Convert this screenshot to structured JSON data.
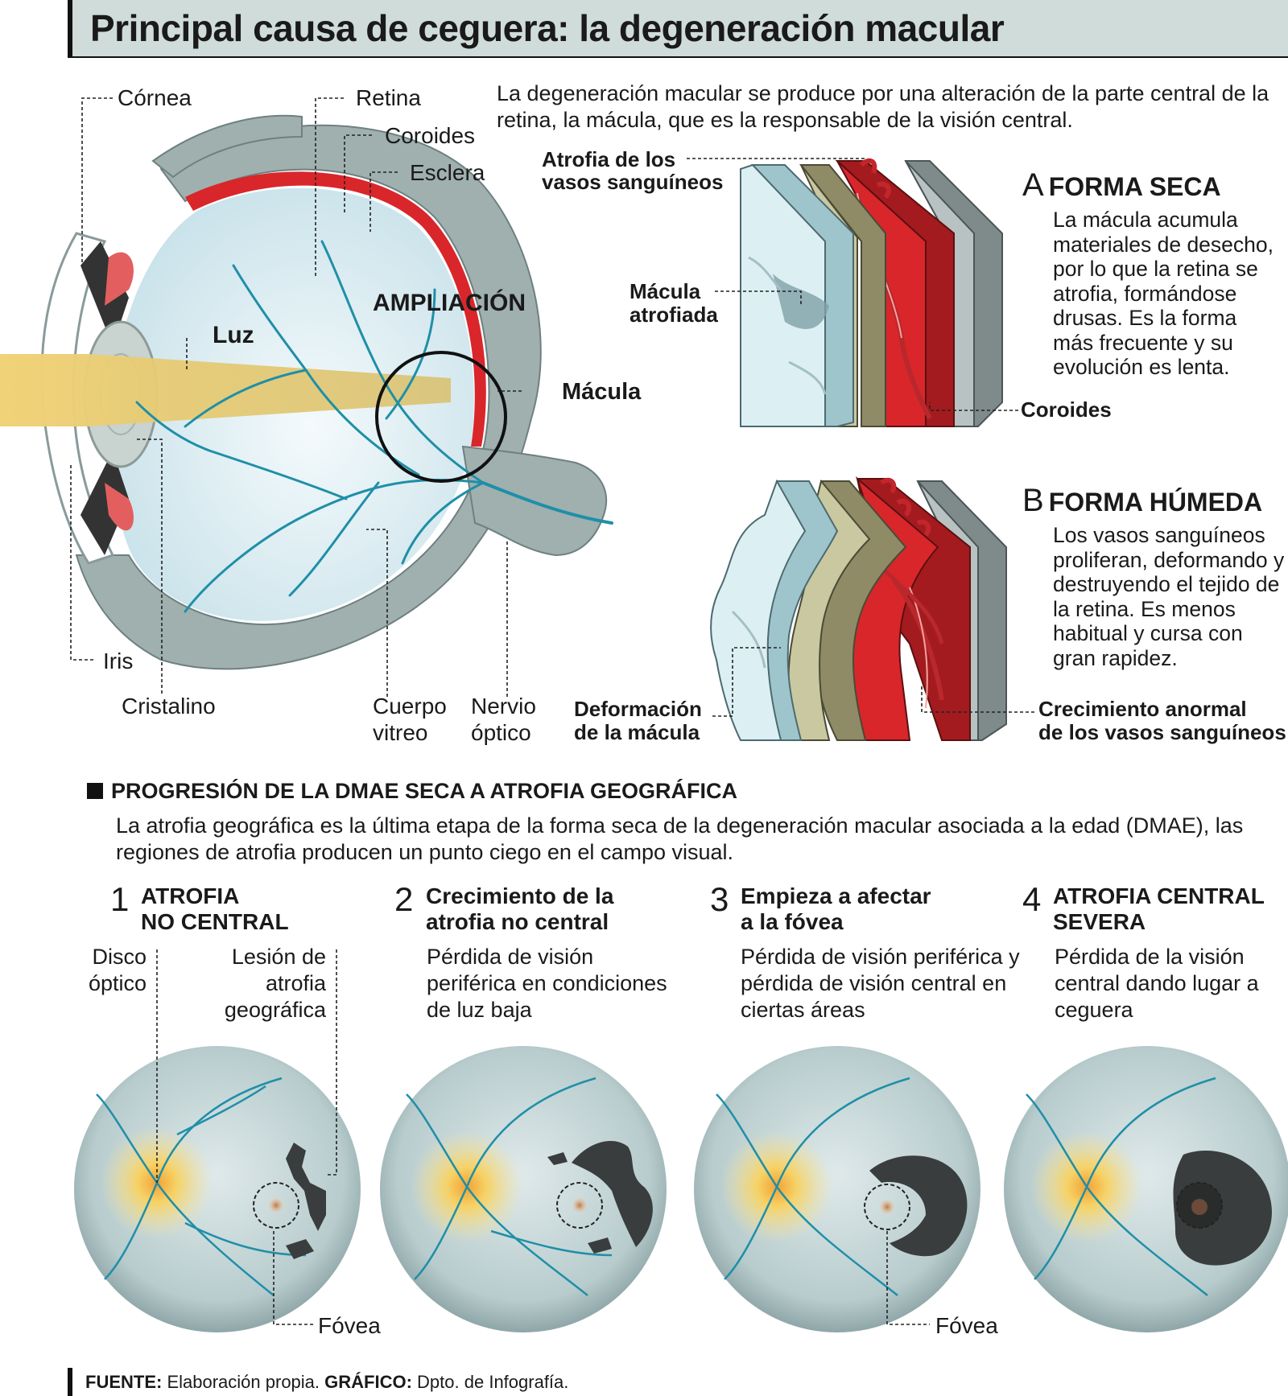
{
  "title": "Principal causa de ceguera: la degeneración macular",
  "eye": {
    "labels": {
      "cornea": "Córnea",
      "retina": "Retina",
      "coroides": "Coroides",
      "esclera": "Esclera",
      "ampliacion": "AMPLIACIÓN",
      "luz": "Luz",
      "macula": "Mácula",
      "iris": "Iris",
      "cristalino": "Cristalino",
      "cuerpo_vitreo_1": "Cuerpo",
      "cuerpo_vitreo_2": "vitreo",
      "nervio_optico_1": "Nervio",
      "nervio_optico_2": "óptico"
    }
  },
  "intro": "La degeneración macular se produce por una alteración de la parte central de la retina, la mácula, que es la responsable de la visión central.",
  "forma_seca": {
    "letter": "A",
    "heading": "FORMA SECA",
    "text": "La mácula acumula materiales de desecho, por lo que la retina se atrofia, formándose drusas. Es la forma más frecuente y su evolución es lenta.",
    "label_atrofia_1": "Atrofia de los",
    "label_atrofia_2": "vasos sanguíneos",
    "label_macula_1": "Mácula",
    "label_macula_2": "atrofiada",
    "label_coroides": "Coroides"
  },
  "forma_humeda": {
    "letter": "B",
    "heading": "FORMA HÚMEDA",
    "text": "Los vasos sanguíneos proliferan, deformando y destruyendo el tejido de la retina. Es menos habitual y cursa con gran rapidez.",
    "label_deformacion_1": "Deformación",
    "label_deformacion_2": "de la mácula",
    "label_crecimiento_1": "Crecimiento anormal",
    "label_crecimiento_2": "de los vasos sanguíneos"
  },
  "progression": {
    "heading": "PROGRESIÓN DE LA DMAE SECA A ATROFIA GEOGRÁFICA",
    "text": "La atrofia geográfica es la última etapa de la forma seca de la degeneración macular asociada a la edad (DMAE), las regiones de atrofia producen un punto ciego en el campo visual.",
    "stages": [
      {
        "num": "1",
        "title_1": "ATROFIA",
        "title_2": "NO CENTRAL",
        "text": ""
      },
      {
        "num": "2",
        "title_1": "Crecimiento de la",
        "title_2": "atrofia no central",
        "text": "Pérdida de visión periférica en condiciones de luz baja"
      },
      {
        "num": "3",
        "title_1": "Empieza a afectar",
        "title_2": "a la fóvea",
        "text": "Pérdida de visión periférica y pérdida de visión central en ciertas áreas"
      },
      {
        "num": "4",
        "title_1": "ATROFIA CENTRAL",
        "title_2": "SEVERA",
        "text": "Pérdida de la visión central dando lugar a ceguera"
      }
    ],
    "labels": {
      "disco_1": "Disco",
      "disco_2": "óptico",
      "lesion_1": "Lesión de",
      "lesion_2": "atrofia",
      "lesion_3": "geográfica",
      "fovea_1": "Fóvea",
      "fovea_3": "Fóvea"
    }
  },
  "footer": {
    "fuente_label": "FUENTE:",
    "fuente_value": "Elaboración propia.",
    "grafico_label": "GRÁFICO:",
    "grafico_value": "Dpto. de Infografía."
  },
  "colors": {
    "header_bg": "#cfdcd9",
    "sclera_gray": "#9fb0af",
    "choroid_red": "#d9262b",
    "retina_blue": "#cfe6ee",
    "vessel_teal": "#1f8fa8",
    "light_beam": "#e8c66a",
    "atrophy_dark": "#3a3d3d"
  }
}
